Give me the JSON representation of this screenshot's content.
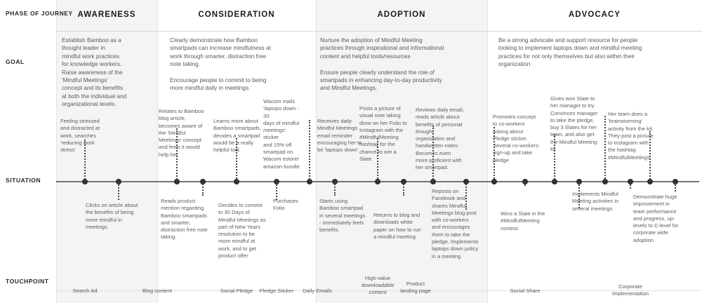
{
  "row_labels": {
    "phase": "PHASE OF\nJOURNEY",
    "goal": "GOAL",
    "situation": "SITUATION",
    "touchpoint": "TOUCHPOINT"
  },
  "phases": [
    {
      "name": "AWARENESS",
      "goal": "Establish Bamboo as a\nthought leader in\nmindful work practices\nfor knowledge workers.\nRaise awareness of the\n'Mindful Meetings'\nconcept and its benefits\nat both the individual and\norganizational levels."
    },
    {
      "name": "CONSIDERATION",
      "goal": "Clearly demonstrate how Bamboo\nsmartpads can increase mindfulness at\nwork through smarter, distraction free\nnote taking.\n\nEncourage people to commit to being\nmore mindful daily in meetings."
    },
    {
      "name": "ADOPTION",
      "goal": "Nurture the adoption of Mindful Meeting\npractices through inspirational and informational\ncontent and helpful tools/resources\n\nEnsure people clearly understand the role of\nsmartpads in enhancing day-to-day productivity\nand Mindful Meetings."
    },
    {
      "name": "ADVOCACY",
      "goal": "Be a strong advocate and support resource for people\nlooking to implement laptops down and mindful meeting\npractices for not only themselves but also within their\norganization"
    }
  ],
  "situations": [
    {
      "text": "Feeling stressed\nand distracted at\nwork, searches\n'reducing work\nstress'",
      "side": "up"
    },
    {
      "text": "Clicks on article about\nthe benefits of being\nmore mindful in\nmeetings",
      "side": "down"
    },
    {
      "text": "Relates to Bamboo\nblog article,\nbecomes aware of\nthe 'Mindful\nMeetings' concept\nand feels it would\nhelp her",
      "side": "up"
    },
    {
      "text": "Reads product\nmention regarding\nBamboo smartpads\nand smarter,\ndistraction free note\ntaking.",
      "side": "down"
    },
    {
      "text": "Learns more about\nBamboo smartpads,\ndecides a smartpad\nwould be a really\nhelpful tool.",
      "side": "up"
    },
    {
      "text": "Decides to commit\nto 30 Days of\nMindful Meetings as\npart of New Years\nresolution to be\nmore mindful at\nwork, and to get\nproduct offer",
      "side": "down"
    },
    {
      "text": "Wacom mails\n'laptops down - 30\ndays of mindful\nmeetings' sticker\nand 15% off\nsmartpad on\nWacom estore/\namazon bundle",
      "side": "up"
    },
    {
      "text": "Purchases\nFolio",
      "side": "down"
    },
    {
      "text": "Receives daily\nMindful Meetings\nemail reminder\nencouraging her to\nbe 'laptops down'",
      "side": "up"
    },
    {
      "text": "Starts using\nBamboo smartpad\nin several meetings\n- immediately feels\nbenefits.",
      "side": "down"
    },
    {
      "text": "Posts a picture of\nvisual note taking\ndone on her Folio to\nInstagram with the\n#MindfulMeeting\nhashtag for the\nchance to win a\nSlate",
      "side": "up"
    },
    {
      "text": "Returns to blog and\ndownloads white\npaper on how to run\na mindful meeting",
      "side": "down"
    },
    {
      "text": "Reviews daily email,\nreads article about\nbenefits of personal\nthought\norganization and\nhandwritten notes.\nBecomes even\nmore proficient with\nher smartpad.",
      "side": "up"
    },
    {
      "text": "Reposts on\nFacebook and\nshares Mindful\nMeetings blog post\nwith co-workers\nand encourages\nthem to take the\npledge. Implements\nlaptops down policy\nin a meeting",
      "side": "down"
    },
    {
      "text": "Promotes concept\nto co-workers\nasking about\nPledge sticker.\nSeveral co-workers\nsign-up and take\npledge",
      "side": "up"
    },
    {
      "text": "Wins a Slate in the\n#MindfulMeeting\ncontest.",
      "side": "down"
    },
    {
      "text": "Gives won Slate to\nher manager to try.\nConvinces manager\nto take the pledge,\nbuy 3 Slates for her\nteam, and also get\nthe Mindful Meeting\nkit",
      "side": "up"
    },
    {
      "text": "Implements Mindful\nMeeting activities in\nseveral meetings",
      "side": "down"
    },
    {
      "text": "Her team does a\n'brainstorming'\nactivity from the kit.\nThey post a picture\nto Instagram with\nthe hashtag\n#MindfulMeetings",
      "side": "up"
    },
    {
      "text": "Demonstrate huge\nimprovement in\nteam performance\nand progress, up-\nlevels to C-level for\ncorporate wide\nadoption",
      "side": "down"
    }
  ],
  "touchpoints": [
    {
      "text": "Search Ad"
    },
    {
      "text": "Blog content"
    },
    {
      "text": "Social Pledge"
    },
    {
      "text": "Pledge Sticker"
    },
    {
      "text": "Daily Emails"
    },
    {
      "text": "High-value\ndownloadable\ncontent"
    },
    {
      "text": "Product\nlanding page"
    },
    {
      "text": "Social Share"
    },
    {
      "text": "Corporate\nImplementation"
    }
  ],
  "colors": {
    "band": "#f4f4f4",
    "axis": "#6f7478",
    "node": "#2b2f33",
    "text": "#55595d",
    "heading": "#17191b"
  }
}
